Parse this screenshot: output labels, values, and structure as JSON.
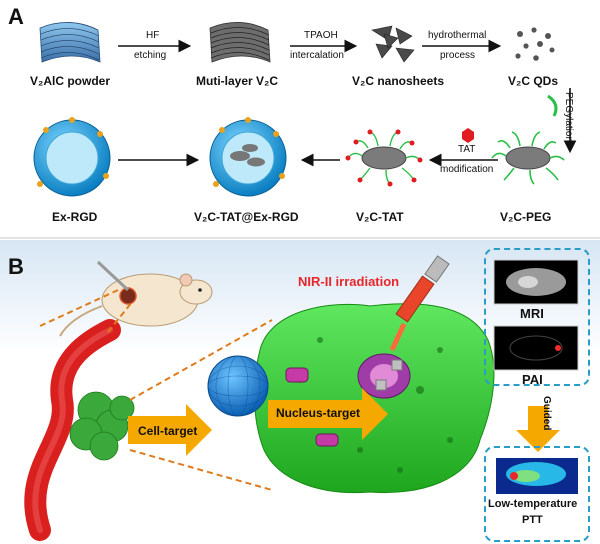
{
  "panelA": {
    "letter": "A",
    "labels": {
      "v2alc": "V₂AlC powder",
      "multilayer": "Muti-layer V₂C",
      "nanosheets": "V₂C nanosheets",
      "qds": "V₂C QDs",
      "peg": "V₂C-PEG",
      "tat": "V₂C-TAT",
      "combo": "V₂C-TAT@Ex-RGD",
      "exrgd": "Ex-RGD"
    },
    "steps": {
      "hf": "HF",
      "etching": "etching",
      "tpaoh": "TPAOH",
      "intercalation": "intercalation",
      "hydrothermal": "hydrothermal",
      "process": "process",
      "pegylation": "PEGylation",
      "tat": "TAT",
      "modification": "modification"
    }
  },
  "panelB": {
    "letter": "B",
    "nir": "NIR-II irradiation",
    "cell_target": "Cell-target",
    "nucleus_target": "Nucleus-target",
    "mri": "MRI",
    "pai": "PAI",
    "guided": "Guided",
    "ptt_line1": "Low-temperature",
    "ptt_line2": "PTT"
  },
  "colors": {
    "arrow_yellow": "#f5a800",
    "nir_red": "#e8262a",
    "cell_green": "#2ec82e",
    "sphere_blue": "#1e7fd8",
    "vessel_red": "#d9201e",
    "dashed_blue": "#2a9cc8"
  }
}
